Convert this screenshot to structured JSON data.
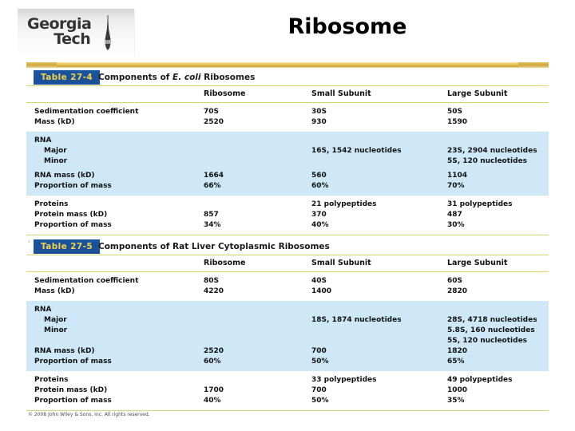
{
  "slide": {
    "title": "Ribosome",
    "logo": {
      "line1": "Georgia",
      "line2": "Tech",
      "tower_icon": "gt-tower-icon"
    }
  },
  "tables": [
    {
      "badge": "Table  27-4",
      "title_prefix": "Components of ",
      "title_italic": "E. coli",
      "title_suffix": " Ribosomes",
      "columns": [
        "Ribosome",
        "Small Subunit",
        "Large Subunit"
      ],
      "sections": [
        {
          "shade": "white",
          "rows": [
            {
              "label": "Sedimentation coefficient",
              "indent": false,
              "values": [
                "70S",
                "30S",
                "50S"
              ]
            },
            {
              "label": "Mass (kD)",
              "indent": false,
              "values": [
                "2520",
                "930",
                "1590"
              ]
            }
          ]
        },
        {
          "shade": "blue",
          "rows": [
            {
              "label": "RNA",
              "indent": false,
              "values": [
                "",
                "",
                ""
              ]
            },
            {
              "label": "Major",
              "indent": true,
              "values": [
                "",
                "16S, 1542 nucleotides",
                "23S, 2904 nucleotides"
              ]
            },
            {
              "label": "Minor",
              "indent": true,
              "values": [
                "",
                "",
                "5S, 120 nucleotides"
              ]
            },
            {
              "label": "",
              "indent": false,
              "values": [
                "",
                "",
                ""
              ]
            },
            {
              "label": "RNA mass (kD)",
              "indent": false,
              "values": [
                "1664",
                "560",
                "1104"
              ]
            },
            {
              "label": "Proportion of mass",
              "indent": false,
              "values": [
                "66%",
                "60%",
                "70%"
              ]
            }
          ]
        },
        {
          "shade": "white",
          "rows": [
            {
              "label": "Proteins",
              "indent": false,
              "values": [
                "",
                "21 polypeptides",
                "31 polypeptides"
              ]
            },
            {
              "label": "Protein mass (kD)",
              "indent": false,
              "values": [
                "857",
                "370",
                "487"
              ]
            },
            {
              "label": "Proportion of mass",
              "indent": false,
              "values": [
                "34%",
                "40%",
                "30%"
              ]
            }
          ]
        }
      ],
      "copyright": ""
    },
    {
      "badge": "Table  27-5",
      "title_prefix": "Components of Rat Liver Cytoplasmic Ribosomes",
      "title_italic": "",
      "title_suffix": "",
      "columns": [
        "Ribosome",
        "Small Subunit",
        "Large Subunit"
      ],
      "sections": [
        {
          "shade": "white",
          "rows": [
            {
              "label": "Sedimentation coefficient",
              "indent": false,
              "values": [
                "80S",
                "40S",
                "60S"
              ]
            },
            {
              "label": "Mass (kD)",
              "indent": false,
              "values": [
                "4220",
                "1400",
                "2820"
              ]
            }
          ]
        },
        {
          "shade": "blue",
          "rows": [
            {
              "label": "RNA",
              "indent": false,
              "values": [
                "",
                "",
                ""
              ]
            },
            {
              "label": "Major",
              "indent": true,
              "values": [
                "",
                "18S, 1874 nucleotides",
                "28S, 4718 nucleotides"
              ]
            },
            {
              "label": "Minor",
              "indent": true,
              "values": [
                "",
                "",
                "5.8S, 160 nucleotides"
              ]
            },
            {
              "label": "",
              "indent": false,
              "values": [
                "",
                "",
                "5S, 120 nucleotides"
              ]
            },
            {
              "label": "RNA mass (kD)",
              "indent": false,
              "values": [
                "2520",
                "700",
                "1820"
              ]
            },
            {
              "label": "Proportion of  mass",
              "indent": false,
              "values": [
                "60%",
                "50%",
                "65%"
              ]
            }
          ]
        },
        {
          "shade": "white",
          "rows": [
            {
              "label": "Proteins",
              "indent": false,
              "values": [
                "",
                "33 polypeptides",
                "49 polypeptides"
              ]
            },
            {
              "label": "Protein mass (kD)",
              "indent": false,
              "values": [
                "1700",
                "700",
                "1000"
              ]
            },
            {
              "label": "Proportion of  mass",
              "indent": false,
              "values": [
                "40%",
                "50%",
                "35%"
              ]
            }
          ]
        }
      ],
      "copyright": "© 2008 John Wiley & Sons, Inc. All rights reserved."
    }
  ],
  "colors": {
    "badge_bg": "#1a4f9c",
    "badge_text": "#f3d24a",
    "rule": "#cfd66d",
    "band_blue": "#cfe8f7",
    "gold_bar": "#e6c357"
  }
}
